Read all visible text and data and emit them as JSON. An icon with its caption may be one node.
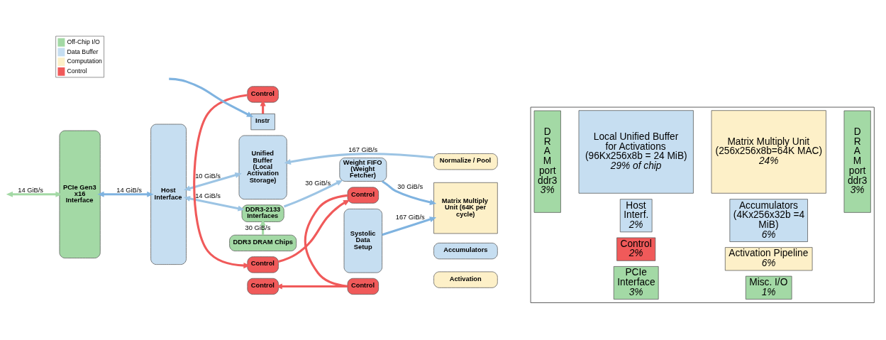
{
  "diagram": {
    "nodes": [
      {
        "text": [
          "PCIe Gen3 x16 Interface"
        ]
      },
      {
        "text": [
          "Host Interface"
        ]
      },
      {
        "text": [
          "DDR3 DRAM Chips"
        ]
      },
      {
        "text": [
          "DDR3-2133 Interfaces"
        ]
      },
      {
        "text": [
          "Weight FIFO (Weight Fetcher)"
        ]
      },
      {
        "text": [
          "Control"
        ]
      },
      {
        "text": [
          "Control"
        ]
      },
      {
        "text": [
          "Unified Buffer (Local Activation Storage)"
        ]
      },
      {
        "text": [
          "Systolic Data Setup"
        ]
      },
      {
        "text": [
          "Matrix Multiply Unit (64K per cycle)"
        ]
      },
      {
        "text": [
          "Control"
        ]
      },
      {
        "text": [
          "Accumulators"
        ]
      },
      {
        "text": [
          "Activation"
        ]
      },
      {
        "text": [
          "Normalize / Pool"
        ]
      },
      {
        "text": [
          "Instr"
        ]
      },
      {
        "text": [
          "Control"
        ]
      },
      {
        "text": [
          "Control"
        ]
      },
      {
        "text": [],
        "shape": "box"
      },
      {
        "text": [
          "Local Unified Buffer for Activations (96Kx256x8b = 24 MiB)",
          "29% of chip"
        ],
        "in": 17
      },
      {
        "text": [
          "Matrix Multiply Unit (256x256x8b=64K MAC)",
          "24%"
        ],
        "in": 17
      },
      {
        "text": [
          "D R A M port ddr3",
          "3%"
        ],
        "in": 17
      },
      {
        "text": [
          "Host Interf.",
          "2%"
        ],
        "in": 17
      },
      {
        "text": [
          "Accumulators (4Kx256x32b =4 MiB)",
          "6%"
        ],
        "in": 17
      },
      {
        "text": [
          "D R A M port ddr3",
          "3%"
        ],
        "in": 17
      },
      {
        "text": [
          "Control",
          "2%"
        ],
        "in": 17
      },
      {
        "text": [
          "Activation Pipeline",
          "6%"
        ],
        "in": 17
      },
      {
        "text": [
          "PCIe Interface",
          "3%"
        ],
        "in": 17
      },
      {
        "text": [
          "Misc. I/O",
          "1%"
        ],
        "in": 17
      }
    ],
    "edges": [
      {
        "from": null,
        "to": 0,
        "arrow": "both",
        "label": "14 GiB/s",
        "color": "#a3d9a5"
      },
      {
        "from": 0,
        "to": 1,
        "arrow": "both",
        "label": "14 GiB/s",
        "color": "#7fb3e0"
      },
      {
        "from": 1,
        "to": 3,
        "arrow": "both",
        "label": "14 GiB/s",
        "color": "#9cc4e4"
      },
      {
        "from": 2,
        "to": 3,
        "arrow": "to",
        "label": "30 GiB/s",
        "color": "#a3d9a5"
      },
      {
        "from": 3,
        "to": 4,
        "arrow": "to",
        "label": "30 GiB/s",
        "color": "#9cc4e4"
      },
      {
        "from": 4,
        "to": 9,
        "arrow": "to",
        "label": "30 GiB/s",
        "color": "#7fb3e0"
      },
      {
        "from": 10,
        "to": 5,
        "arrow": "to",
        "color": "#f05a5a"
      },
      {
        "from": 5,
        "to": 6,
        "arrow": "to",
        "color": "#f05a5a"
      },
      {
        "from": 1,
        "to": 7,
        "arrow": "both",
        "label": "10 GiB/s",
        "color": "#9cc4e4"
      },
      {
        "from": 8,
        "to": 9,
        "arrow": "to",
        "label": "167 GiB/s",
        "color": "#7fb3e0"
      },
      {
        "from": 13,
        "to": 7,
        "arrow": "to",
        "label": "167 GiB/s",
        "color": "#9cc4e4"
      },
      {
        "from": 6,
        "to": 16,
        "arrow": "none",
        "color": "#f05a5a"
      },
      {
        "from": 16,
        "to": 15,
        "arrow": "to",
        "color": "#f05a5a"
      },
      {
        "from": null,
        "to": 14,
        "arrow": "to",
        "color": "#7fb3e0"
      },
      {
        "from": 14,
        "to": 10,
        "arrow": "to",
        "color": "#f05a5a"
      }
    ],
    "legend": [
      {
        "text": "Off-Chip I/O",
        "color": "#a3d9a5"
      },
      {
        "text": "Data Buffer",
        "color": "#c6def1"
      },
      {
        "text": "Computation",
        "color": "#fdf0c8"
      },
      {
        "text": "Control",
        "color": "#f05a5a"
      }
    ]
  }
}
